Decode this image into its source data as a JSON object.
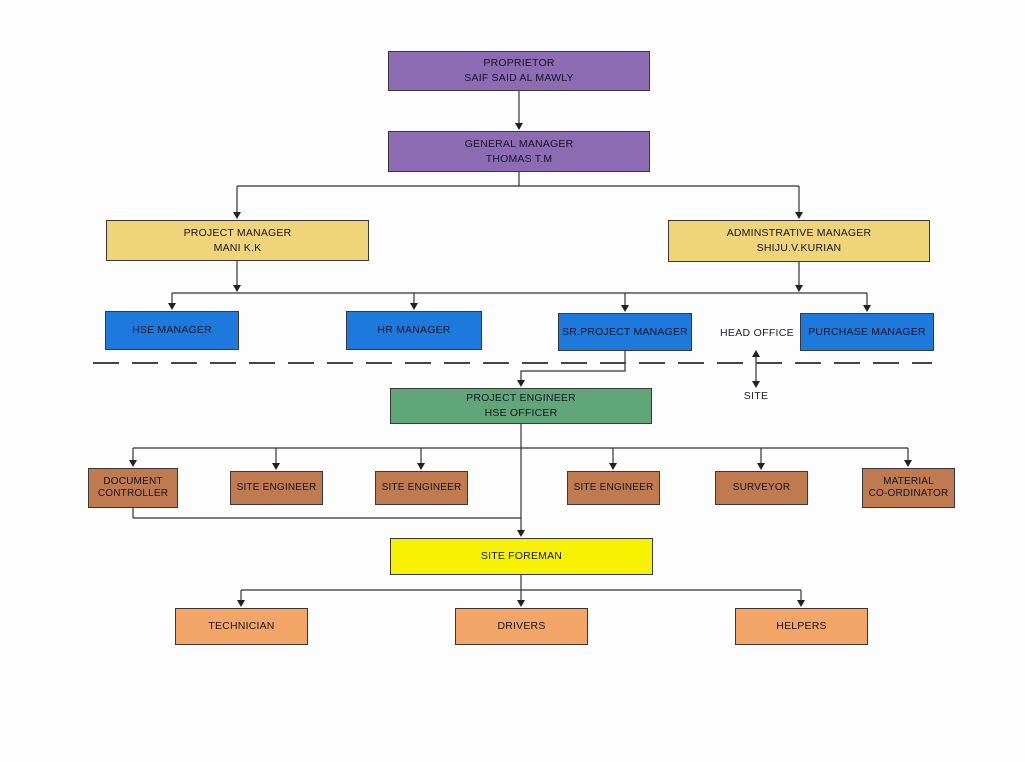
{
  "diagram": {
    "type": "org-chart",
    "labels": {
      "head_office": "HEAD OFFICE",
      "site": "SITE"
    },
    "nodes": {
      "proprietor": {
        "line1": "PROPRIETOR",
        "line2": "SAIF SAID AL MAWLY",
        "color": "#8e6cb4"
      },
      "general_manager": {
        "line1": "GENERAL MANAGER",
        "line2": "THOMAS T.M",
        "color": "#8e6cb4"
      },
      "project_manager": {
        "line1": "PROJECT MANAGER",
        "line2": "MANI K.K",
        "color": "#f0d47a"
      },
      "administrative_manager": {
        "line1": "ADMINSTRATIVE MANAGER",
        "line2": "SHIJU.V.KURIAN",
        "color": "#f0d47a"
      },
      "hse_manager": {
        "line1": "HSE MANAGER",
        "color": "#1e79dd"
      },
      "hr_manager": {
        "line1": "HR MANAGER",
        "color": "#1e79dd"
      },
      "sr_project_manager": {
        "line1": "SR.PROJECT MANAGER",
        "color": "#1e79dd"
      },
      "purchase_manager": {
        "line1": "PURCHASE MANAGER",
        "color": "#1e79dd"
      },
      "project_engineer": {
        "line1": "PROJECT ENGINEER",
        "line2": "HSE OFFICER",
        "color": "#61a678"
      },
      "document_controller": {
        "line1": "DOCUMENT",
        "line2": "CONTROLLER",
        "color": "#bf7a50"
      },
      "site_engineer_1": {
        "line1": "SITE ENGINEER",
        "color": "#bf7a50"
      },
      "site_engineer_2": {
        "line1": "SITE ENGINEER",
        "color": "#bf7a50"
      },
      "site_engineer_3": {
        "line1": "SITE ENGINEER",
        "color": "#bf7a50"
      },
      "surveyor": {
        "line1": "SURVEYOR",
        "color": "#bf7a50"
      },
      "material_coordinator": {
        "line1": "MATERIAL",
        "line2": "CO-ORDINATOR",
        "color": "#bf7a50"
      },
      "site_foreman": {
        "line1": "SITE FOREMAN",
        "color": "#f6f202"
      },
      "technician": {
        "line1": "TECHNICIAN",
        "color": "#f2a567"
      },
      "drivers": {
        "line1": "DRIVERS",
        "color": "#f2a567"
      },
      "helpers": {
        "line1": "HELPERS",
        "color": "#f2a567"
      }
    },
    "edges": [
      [
        "proprietor",
        "general_manager"
      ],
      [
        "general_manager",
        "project_manager"
      ],
      [
        "general_manager",
        "administrative_manager"
      ],
      [
        "project_manager",
        "hse_manager"
      ],
      [
        "project_manager",
        "hr_manager"
      ],
      [
        "project_manager",
        "sr_project_manager"
      ],
      [
        "administrative_manager",
        "purchase_manager"
      ],
      [
        "sr_project_manager",
        "project_engineer"
      ],
      [
        "project_engineer",
        "document_controller"
      ],
      [
        "project_engineer",
        "site_engineer_1"
      ],
      [
        "project_engineer",
        "site_engineer_2"
      ],
      [
        "project_engineer",
        "site_engineer_3"
      ],
      [
        "project_engineer",
        "surveyor"
      ],
      [
        "project_engineer",
        "material_coordinator"
      ],
      [
        "project_engineer",
        "site_foreman"
      ],
      [
        "site_foreman",
        "technician"
      ],
      [
        "site_foreman",
        "drivers"
      ],
      [
        "site_foreman",
        "helpers"
      ]
    ],
    "palette": {
      "purple": "#8e6cb4",
      "gold": "#f0d47a",
      "blue": "#1e79dd",
      "green": "#61a678",
      "sienna": "#bf7a50",
      "yellow": "#f6f202",
      "orange": "#f2a567",
      "line": "#333333",
      "background": "#fdfdfd"
    }
  }
}
